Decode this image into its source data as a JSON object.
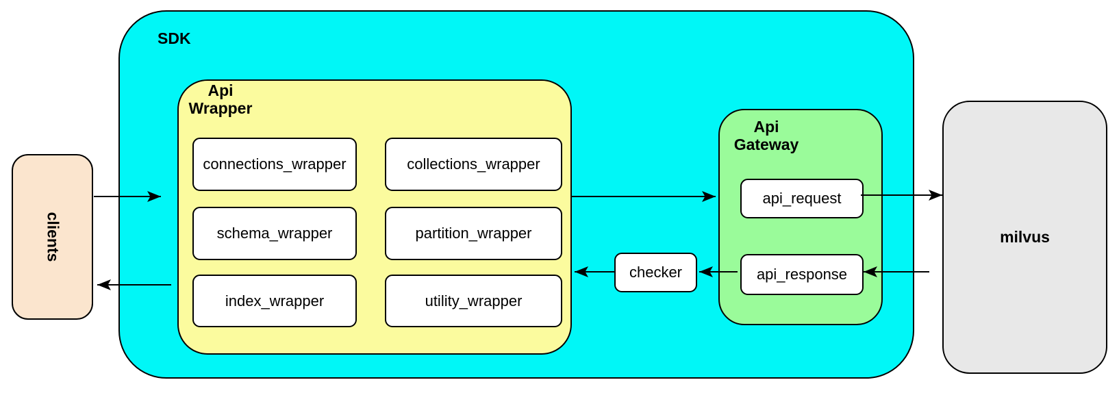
{
  "diagram": {
    "sdk": {
      "label": "SDK"
    },
    "clients": {
      "label": "clients"
    },
    "api_wrapper": {
      "label": "Api\nWrapper",
      "connections": "connections_wrapper",
      "collections": "collections_wrapper",
      "schema": "schema_wrapper",
      "partition": "partition_wrapper",
      "index": "index_wrapper",
      "utility": "utility_wrapper"
    },
    "api_gateway": {
      "label": "Api\nGateway",
      "request": "api_request",
      "response": "api_response"
    },
    "checker": {
      "label": "checker"
    },
    "milvus": {
      "label": "milvus"
    },
    "connections_flow": [
      {
        "from": "clients",
        "to": "sdk"
      },
      {
        "from": "api_wrapper",
        "to": "api_gateway"
      },
      {
        "from": "api_request",
        "to": "milvus"
      },
      {
        "from": "milvus",
        "to": "api_response"
      },
      {
        "from": "api_response",
        "to": "checker"
      },
      {
        "from": "checker",
        "to": "api_wrapper"
      },
      {
        "from": "api_wrapper",
        "to": "clients"
      }
    ],
    "colors": {
      "sdk_fill": "#00F7F7",
      "api_wrapper_fill": "#FBFB9E",
      "api_gateway_fill": "#9AFB9A",
      "clients_fill": "#FBE5CE",
      "milvus_fill": "#E8E8E8",
      "node_fill": "#FFFFFF",
      "stroke": "#000000"
    }
  }
}
